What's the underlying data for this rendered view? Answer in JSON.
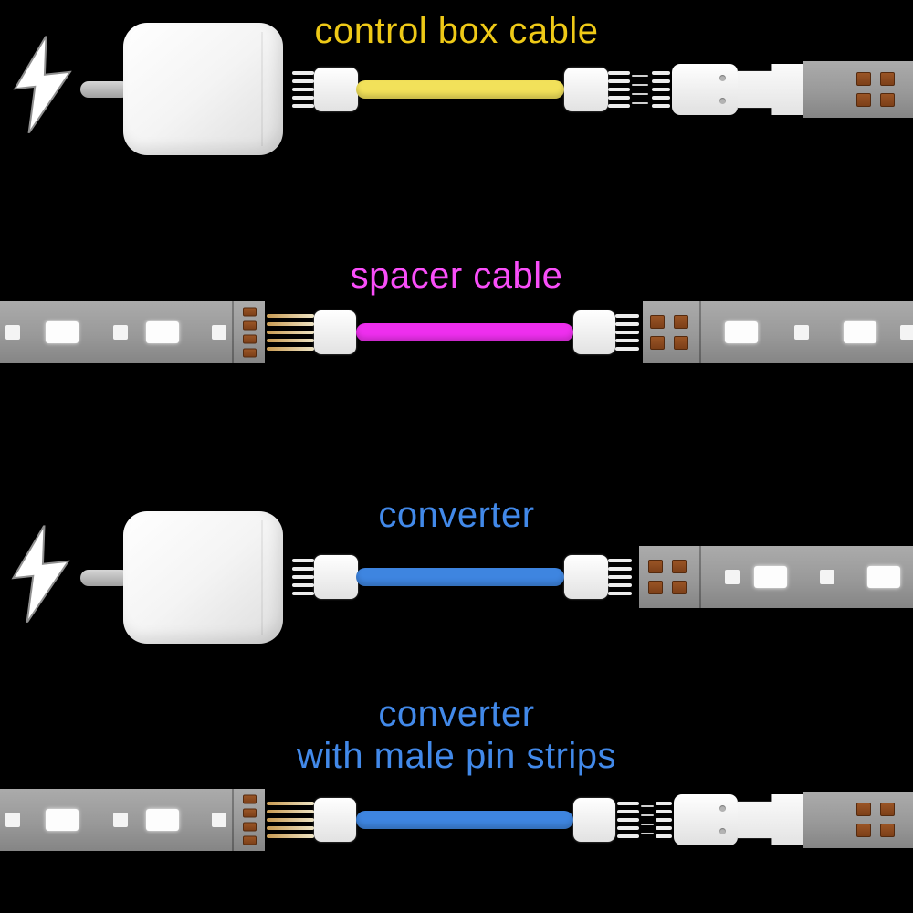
{
  "rows": [
    {
      "name": "control-box-cable",
      "label": "control box cable",
      "label_color": "#eec917",
      "cable_color": "#f2e15a"
    },
    {
      "name": "spacer-cable",
      "label": "spacer cable",
      "label_color": "#f94ef9",
      "cable_color": "#ee2fee"
    },
    {
      "name": "converter",
      "label": "converter",
      "label_color": "#4289e9",
      "cable_color": "#3e85e0"
    },
    {
      "name": "converter-with-male-pin-strips",
      "label_line1": "converter",
      "label_line2": "with male pin strips",
      "label_color": "#4289e9",
      "cable_color": "#3e85e0"
    }
  ],
  "colors": {
    "background": "#000000",
    "strip_gray": "#9a9a9a",
    "connector_white": "#f6f6f6",
    "copper_pad": "#8a4a22",
    "adapter_white": "#f4f4f4"
  }
}
